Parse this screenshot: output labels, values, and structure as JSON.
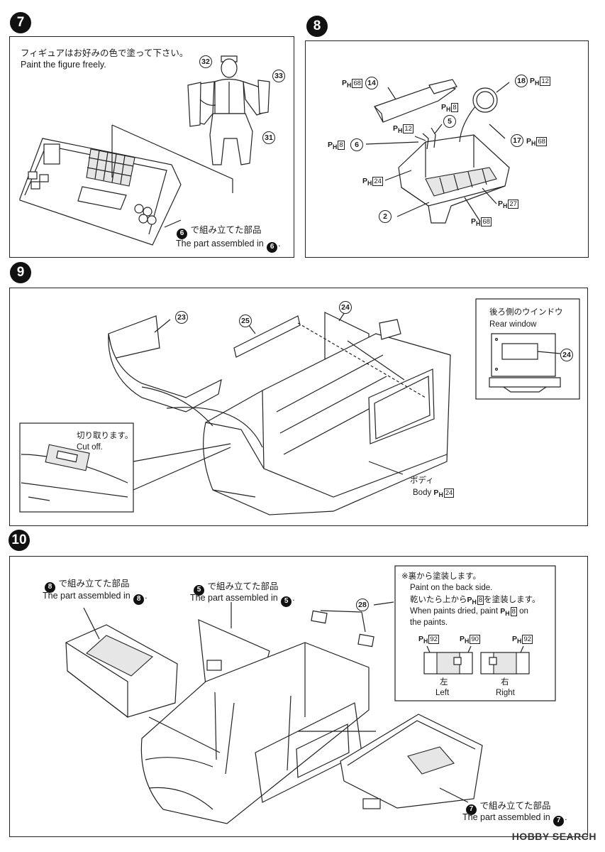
{
  "steps": {
    "s7": {
      "number": "7",
      "note_jp": "フィギュアはお好みの色で塗って下さい。",
      "note_en": "Paint the figure freely.",
      "parts": [
        "32",
        "33",
        "31"
      ],
      "assembled_ref": "6",
      "assembled_jp": "で組み立てた部品",
      "assembled_en": "The part assembled in"
    },
    "s8": {
      "number": "8",
      "parts": [
        "14",
        "18",
        "5",
        "6",
        "17",
        "2"
      ],
      "paints": {
        "p14": "68",
        "p18": "12",
        "p8a": "8",
        "p12a": "12",
        "p6": "8",
        "p17": "68",
        "p24": "24",
        "p27": "27",
        "p68b": "68"
      }
    },
    "s9": {
      "number": "9",
      "parts": [
        "23",
        "25",
        "24"
      ],
      "rear_window_jp": "後ろ側のウインドウ",
      "rear_window_en": "Rear window",
      "rear_part": "24",
      "cutoff_jp": "切り取ります。",
      "cutoff_en": "Cut off.",
      "body_jp": "ボディ",
      "body_en": "Body",
      "body_paint": "24"
    },
    "s10": {
      "number": "10",
      "ref8_num": "8",
      "ref8_jp": "で組み立てた部品",
      "ref8_en": "The part assembled in",
      "ref5_num": "5",
      "ref5_jp": "で組み立てた部品",
      "ref5_en": "The part assembled in",
      "part28": "28",
      "note1_jp": "※裏から塗装します。",
      "note1_en": "Paint on the back side.",
      "note2_jp_a": "乾いたら上から",
      "note2_jp_b": "を塗装します。",
      "note2_paint": "8",
      "note2_en_a": "When paints dried, paint",
      "note2_en_b": "on",
      "note2_en_c": "the paints.",
      "left_paints": [
        "92",
        "90"
      ],
      "right_paint": "92",
      "left_jp": "左",
      "left_en": "Left",
      "right_jp": "右",
      "right_en": "Right",
      "ref7_num": "7",
      "ref7_jp": "で組み立てた部品",
      "ref7_en": "The part assembled in"
    }
  },
  "ph_label": "P",
  "ph_sub": "H",
  "watermark": "HOBBY SEARCH"
}
